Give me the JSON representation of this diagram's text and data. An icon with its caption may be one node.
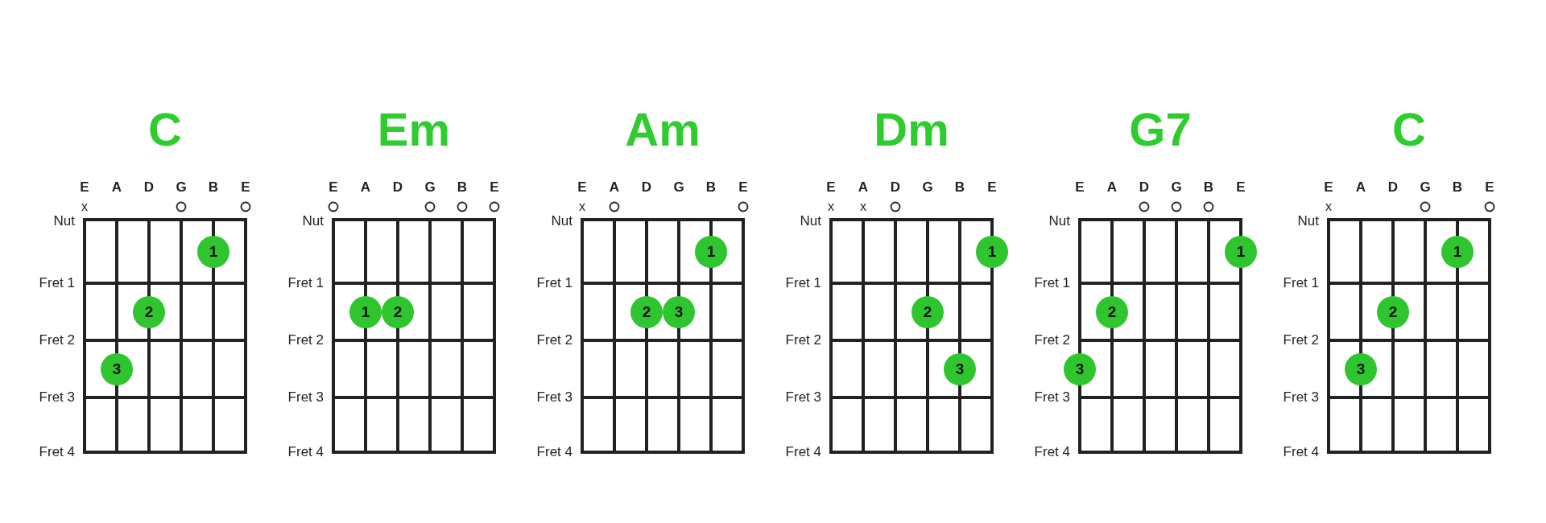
{
  "diagram": {
    "nodes": [
      {
        "text": [
          "C"
        ],
        "beside": [
          "E",
          "A",
          "D",
          "G",
          "B",
          "E",
          "x",
          "Nut",
          "Fret 1",
          "Fret 2",
          "Fret 3",
          "Fret 4"
        ]
      },
      {
        "text": [
          "1"
        ],
        "in": 0
      },
      {
        "text": [
          "2"
        ],
        "in": 0
      },
      {
        "text": [
          "3"
        ],
        "in": 0
      },
      {
        "text": [
          "Em"
        ],
        "beside": [
          "E",
          "A",
          "D",
          "G",
          "B",
          "E",
          "Nut",
          "Fret 1",
          "Fret 2",
          "Fret 3",
          "Fret 4"
        ]
      },
      {
        "text": [
          "1"
        ],
        "in": 4
      },
      {
        "text": [
          "2"
        ],
        "in": 4
      },
      {
        "text": [
          "Am"
        ],
        "beside": [
          "E",
          "A",
          "D",
          "G",
          "B",
          "E",
          "x",
          "Nut",
          "Fret 1",
          "Fret 2",
          "Fret 3",
          "Fret 4"
        ]
      },
      {
        "text": [
          "1"
        ],
        "in": 7
      },
      {
        "text": [
          "2"
        ],
        "in": 7
      },
      {
        "text": [
          "3"
        ],
        "in": 7
      },
      {
        "text": [
          "Dm"
        ],
        "beside": [
          "E",
          "A",
          "D",
          "G",
          "B",
          "E",
          "x",
          "x",
          "Nut",
          "Fret 1",
          "Fret 2",
          "Fret 3",
          "Fret 4"
        ]
      },
      {
        "text": [
          "1"
        ],
        "in": 11
      },
      {
        "text": [
          "2"
        ],
        "in": 11
      },
      {
        "text": [
          "3"
        ],
        "in": 11
      },
      {
        "text": [
          "G7"
        ],
        "beside": [
          "E",
          "A",
          "D",
          "G",
          "B",
          "E",
          "Nut",
          "Fret 1",
          "Fret 2",
          "Fret 3",
          "Fret 4"
        ]
      },
      {
        "text": [
          "1"
        ],
        "in": 15
      },
      {
        "text": [
          "2"
        ],
        "in": 15
      },
      {
        "text": [
          "3"
        ],
        "in": 15
      },
      {
        "text": [
          "C"
        ],
        "beside": [
          "E",
          "A",
          "D",
          "G",
          "B",
          "E",
          "x",
          "Nut",
          "Fret 1",
          "Fret 2",
          "Fret 3",
          "Fret 4"
        ]
      },
      {
        "text": [
          "1"
        ],
        "in": 19
      },
      {
        "text": [
          "2"
        ],
        "in": 19
      },
      {
        "text": [
          "3"
        ],
        "in": 19
      }
    ]
  }
}
